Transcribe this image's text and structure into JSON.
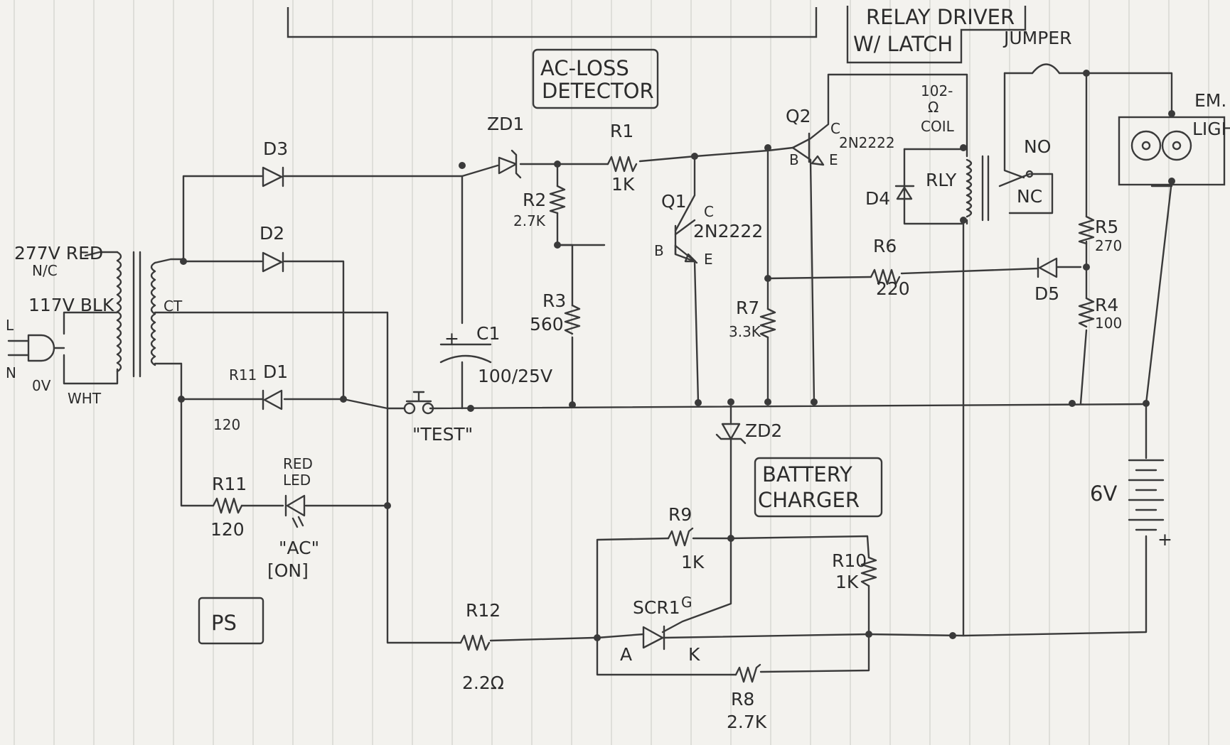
{
  "title": "",
  "blocks": {
    "ac_loss": [
      "AC-LOSS",
      "DETECTOR"
    ],
    "relay_driver": [
      "RELAY DRIVER",
      "W/ LATCH"
    ],
    "battery_charger": [
      "BATTERY",
      "CHARGER"
    ],
    "ps": "PS"
  },
  "transformer": {
    "tap_277": "277V RED",
    "tap_277_nc": "N/C",
    "tap_117": "117V BLK",
    "tap_0": "0V",
    "wht": "WHT",
    "ct": "CT",
    "plug_l": "L",
    "plug_n": "N"
  },
  "components": {
    "d3": "D3",
    "d2": "D2",
    "d1": "D1",
    "r11_inline": "R11",
    "r11_inline_val": "120",
    "r11": "R11",
    "r11_val": "120",
    "led": [
      "RED",
      "LED"
    ],
    "led_tag": [
      "\"AC\"",
      "[ON]"
    ],
    "test": "\"TEST\"",
    "zd1": "ZD1",
    "c1": "C1",
    "c1_plus": "+",
    "c1_val": "100/25V",
    "r1": "R1",
    "r1_val": "1K",
    "r2": "R2",
    "r2_val": "2.7K",
    "r3": "R3",
    "r3_val": "560",
    "q1": "Q1",
    "q1_part": "2N2222",
    "q1_b": "B",
    "q1_c": "C",
    "q1_e": "E",
    "q2": "Q2",
    "q2_part": "2N2222",
    "q2_b": "B",
    "q2_c": "C",
    "q2_e": "E",
    "r7": "R7",
    "r7_val": "3.3K",
    "r6": "R6",
    "r6_val": "220",
    "d4": "D4",
    "d5": "D5",
    "coil": [
      "102-",
      "Ω",
      "COIL"
    ],
    "rly": "RLY",
    "no": "NO",
    "nc": "NC",
    "jumper": "JUMPER",
    "em_light": [
      "EM.",
      "LIGHT"
    ],
    "r5": "R5",
    "r5_val": "270",
    "r4": "R4",
    "r4_val": "100",
    "zd2": "ZD2",
    "battery": "6V",
    "battery_plus": "+",
    "r9": "R9",
    "r9_val": "1K",
    "r10": "R10",
    "r10_val": "1K",
    "scr": "SCR1",
    "scr_g": "G",
    "scr_a": "A",
    "scr_k": "K",
    "r12": "R12",
    "r12_val": "2.2Ω",
    "r8": "R8",
    "r8_val": "2.7K"
  },
  "colors": {
    "ink": "#3a3a3a",
    "paper": "#f3f2ee"
  }
}
